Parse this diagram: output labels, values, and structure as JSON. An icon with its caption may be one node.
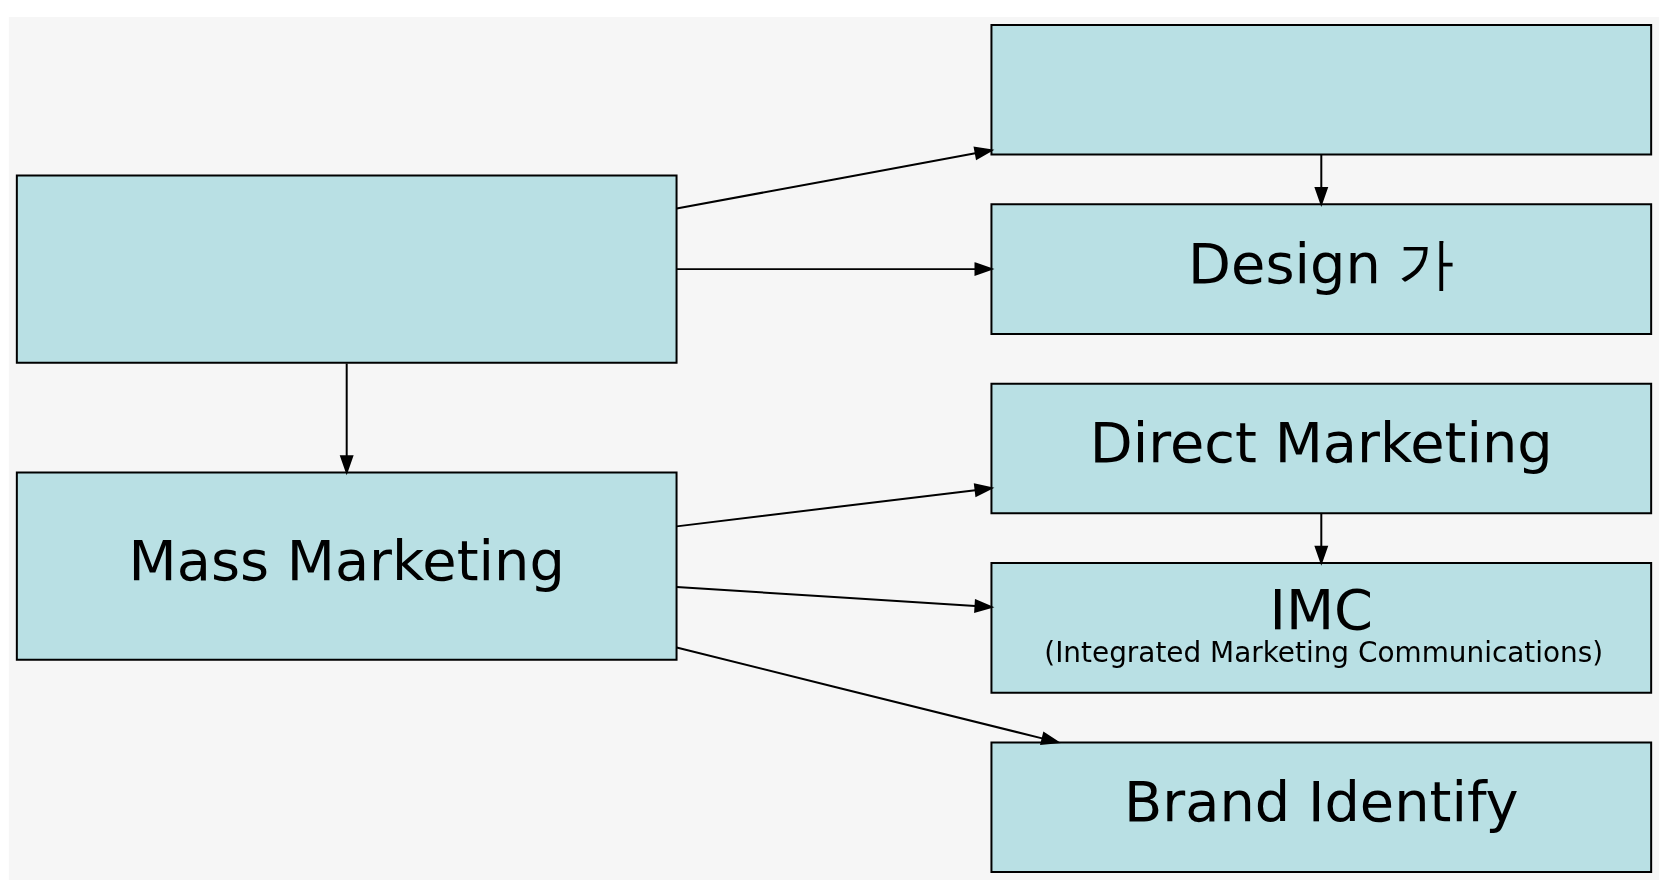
{
  "diagram": {
    "nodes": [
      {
        "text": [],
        "shape": "box"
      },
      {
        "text": [],
        "shape": "box"
      },
      {
        "text": [
          "Design 가"
        ]
      },
      {
        "text": [
          "Mass Marketing"
        ]
      },
      {
        "text": [
          "Direct Marketing"
        ]
      },
      {
        "text": [
          "IMC",
          "(Integrated Marketing Communications)"
        ]
      },
      {
        "text": [
          "Brand Identify"
        ]
      }
    ],
    "edges": [
      {
        "from": 0,
        "to": 1,
        "arrow": "to"
      },
      {
        "from": 0,
        "to": 2,
        "arrow": "to"
      },
      {
        "from": 1,
        "to": 2,
        "arrow": "to"
      },
      {
        "from": 0,
        "to": 3,
        "arrow": "to"
      },
      {
        "from": 3,
        "to": 4,
        "arrow": "to"
      },
      {
        "from": 3,
        "to": 5,
        "arrow": "to"
      },
      {
        "from": 3,
        "to": 6,
        "arrow": "to"
      },
      {
        "from": 4,
        "to": 5,
        "arrow": "to"
      }
    ]
  }
}
